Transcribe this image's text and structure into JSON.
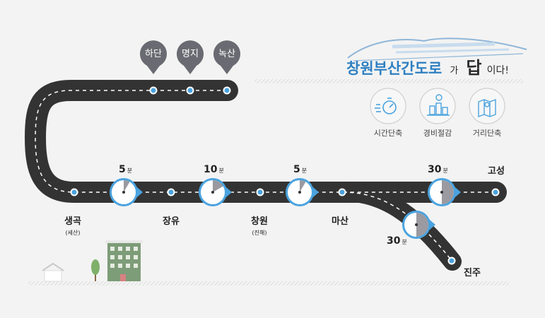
{
  "slogan": {
    "main": "창원부산간도로",
    "particle": "가",
    "answer": "답",
    "end": "이다!"
  },
  "benefits": [
    {
      "label": "시간단축",
      "icon": "stopwatch-icon"
    },
    {
      "label": "경비절감",
      "icon": "coins-icon"
    },
    {
      "label": "거리단축",
      "icon": "map-icon"
    }
  ],
  "top_stops": [
    {
      "label": "하단"
    },
    {
      "label": "명지"
    },
    {
      "label": "녹산"
    }
  ],
  "stops": [
    {
      "label": "생곡",
      "sub": "(세산)"
    },
    {
      "label": "장유",
      "sub": ""
    },
    {
      "label": "창원",
      "sub": "(진해)"
    },
    {
      "label": "마산",
      "sub": ""
    },
    {
      "label": "고성",
      "sub": ""
    },
    {
      "label": "진주",
      "sub": ""
    }
  ],
  "timers": [
    {
      "value": "5",
      "unit": "분",
      "minutes": 5
    },
    {
      "value": "10",
      "unit": "분",
      "minutes": 10
    },
    {
      "value": "5",
      "unit": "분",
      "minutes": 5
    },
    {
      "value": "30",
      "unit": "분",
      "minutes": 30
    },
    {
      "value": "30",
      "unit": "분",
      "minutes": 30
    }
  ],
  "colors": {
    "road": "#333333",
    "dash": "#ffffff",
    "node": "#4aa3df",
    "pin": "#6a6a72",
    "clock_ring": "#4aa3df",
    "slogan": "#2e7fc1",
    "answer": "#2b2b2b"
  }
}
